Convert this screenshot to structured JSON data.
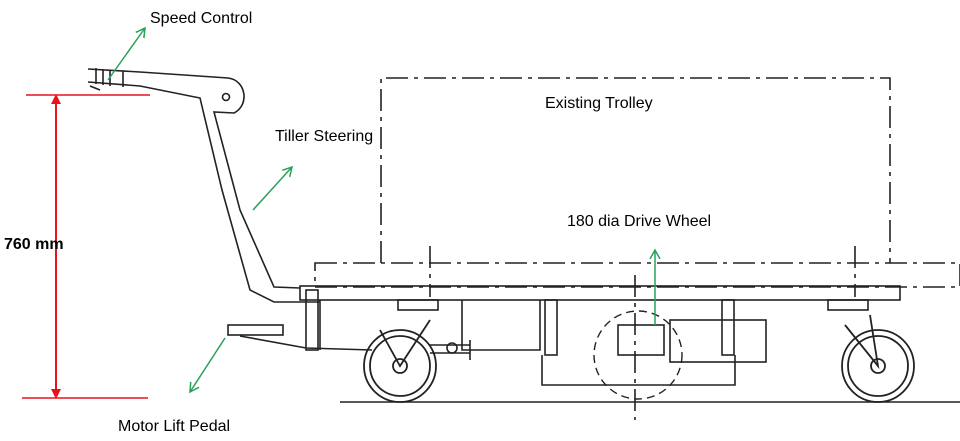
{
  "labels": {
    "speed_control": "Speed Control",
    "tiller_steering": "Tiller Steering",
    "existing_trolley": "Existing Trolley",
    "drive_wheel": "180 dia Drive Wheel",
    "height_dimension": "760 mm",
    "motor_lift_pedal": "Motor Lift Pedal"
  },
  "colors": {
    "dimension": "#e8131a",
    "leader": "#2aa05a",
    "outline": "#222222"
  }
}
